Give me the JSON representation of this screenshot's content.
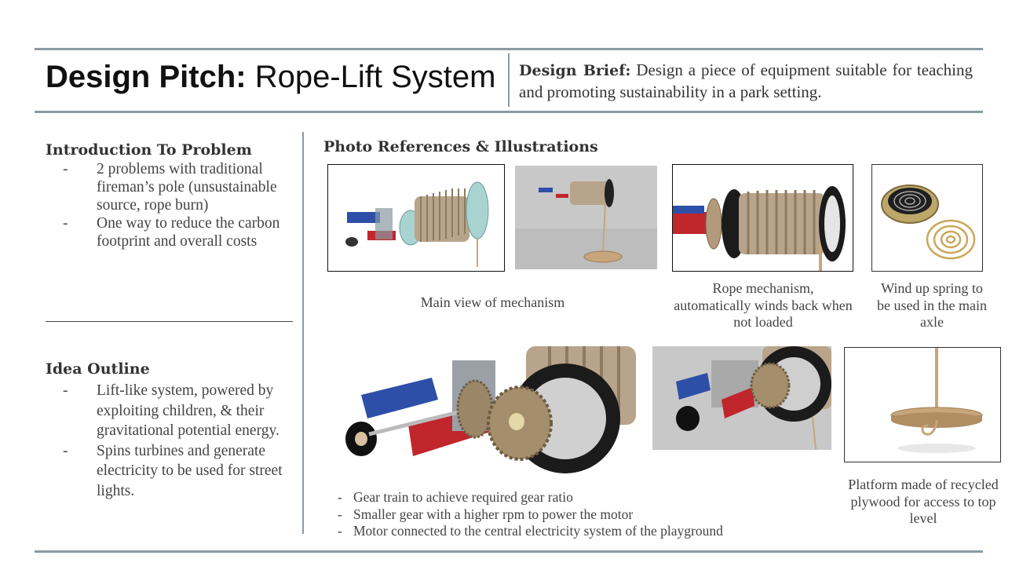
{
  "header": {
    "title_bold": "Design Pitch:",
    "title_rest": " Rope-Lift System",
    "brief_label": "Design Brief:",
    "brief_text": " Design a piece of equipment suitable for teaching and promoting sustainability in a park setting."
  },
  "intro": {
    "heading": "Introduction To Problem",
    "bullets": [
      "2 problems with traditional fireman’s pole (unsustainable source, rope burn)",
      "One way to reduce the carbon footprint and overall costs"
    ]
  },
  "idea": {
    "heading": "Idea Outline",
    "bullets": [
      "Lift-like system, powered by exploiting children, & their gravitational potential energy.",
      "Spins turbines and generate electricity to be used for street lights."
    ]
  },
  "photos": {
    "heading": "Photo References & Illustrations",
    "captions": {
      "main_view": "Main view of mechanism",
      "rope": "Rope mechanism, automatically winds back when not loaded",
      "spring": "Wind up spring to be used in the main axle",
      "platform": "Platform made of recycled plywood for access to top level"
    },
    "gear_bullets": [
      "Gear train to achieve required gear ratio",
      "Smaller gear with a higher rpm to power the motor",
      "Motor connected to the central electricity system of the playground"
    ]
  },
  "colors": {
    "rule": "#8a9aa3",
    "wood": "#c8a57a",
    "motor_blue": "#2d4fa8",
    "motor_red": "#c0262c"
  }
}
